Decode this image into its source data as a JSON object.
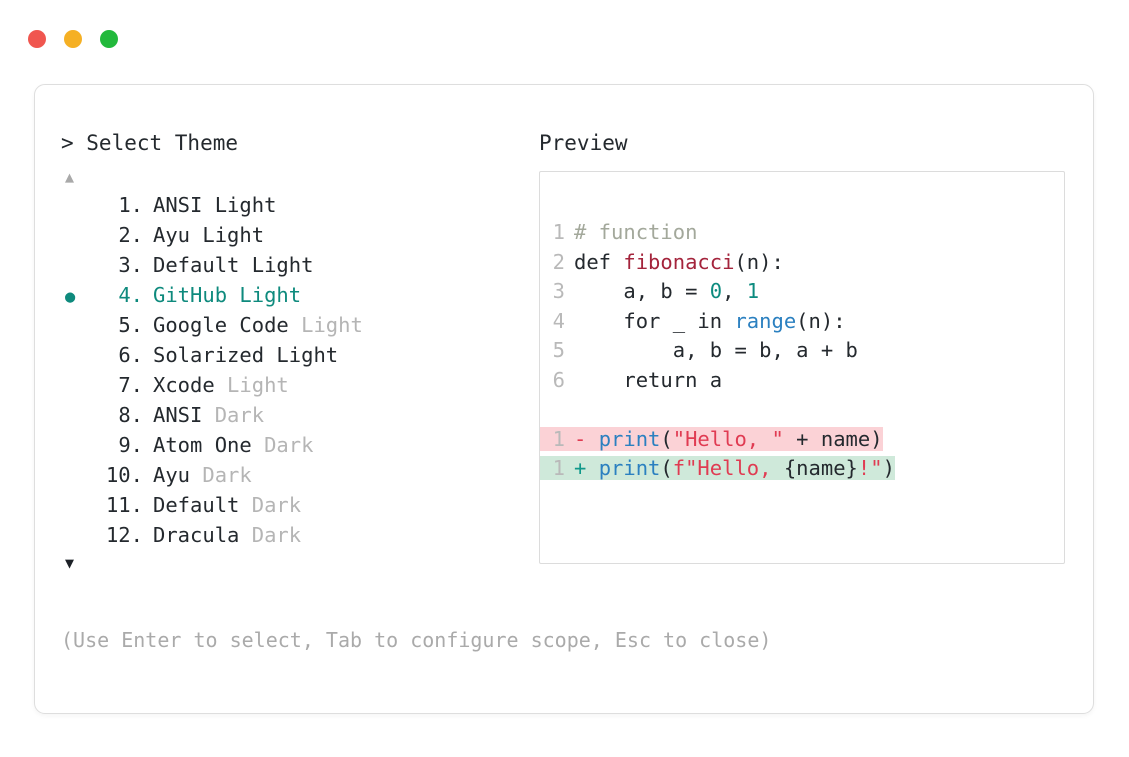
{
  "window": {
    "dots": [
      {
        "name": "close-dot",
        "color": "#f0564f"
      },
      {
        "name": "minimize-dot",
        "color": "#f5b024"
      },
      {
        "name": "maximize-dot",
        "color": "#22b93c"
      }
    ]
  },
  "selector": {
    "prompt": "> Select Theme",
    "scroll_up": "▲",
    "scroll_down": "▼",
    "selected_index": 4,
    "bullet": "●",
    "items": [
      {
        "number": "1.",
        "name": "ANSI Light",
        "variant": "",
        "variant_muted": false,
        "selected": false
      },
      {
        "number": "2.",
        "name": "Ayu Light",
        "variant": "",
        "variant_muted": false,
        "selected": false
      },
      {
        "number": "3.",
        "name": "Default Light",
        "variant": "",
        "variant_muted": false,
        "selected": false
      },
      {
        "number": "4.",
        "name": "GitHub Light",
        "variant": "",
        "variant_muted": false,
        "selected": true
      },
      {
        "number": "5.",
        "name": "Google Code",
        "variant": " Light",
        "variant_muted": true,
        "selected": false
      },
      {
        "number": "6.",
        "name": "Solarized Light",
        "variant": "",
        "variant_muted": false,
        "selected": false
      },
      {
        "number": "7.",
        "name": "Xcode",
        "variant": " Light",
        "variant_muted": true,
        "selected": false
      },
      {
        "number": "8.",
        "name": "ANSI",
        "variant": " Dark",
        "variant_muted": true,
        "selected": false
      },
      {
        "number": "9.",
        "name": "Atom One",
        "variant": " Dark",
        "variant_muted": true,
        "selected": false
      },
      {
        "number": "10.",
        "name": "Ayu",
        "variant": " Dark",
        "variant_muted": true,
        "selected": false
      },
      {
        "number": "11.",
        "name": "Default",
        "variant": " Dark",
        "variant_muted": true,
        "selected": false
      },
      {
        "number": "12.",
        "name": "Dracula",
        "variant": " Dark",
        "variant_muted": true,
        "selected": false
      }
    ]
  },
  "hint": "(Use Enter to select, Tab to configure scope, Esc to close)",
  "preview": {
    "label": "Preview",
    "code_lines": [
      {
        "ln": "1",
        "tokens": [
          {
            "t": "# function",
            "c": "comment"
          }
        ]
      },
      {
        "ln": "2",
        "tokens": [
          {
            "t": "def ",
            "c": "keyword"
          },
          {
            "t": "fibonacci",
            "c": "func"
          },
          {
            "t": "(n):",
            "c": "punct"
          }
        ]
      },
      {
        "ln": "3",
        "tokens": [
          {
            "t": "    a, b = ",
            "c": "plain"
          },
          {
            "t": "0",
            "c": "num"
          },
          {
            "t": ", ",
            "c": "plain"
          },
          {
            "t": "1",
            "c": "num"
          }
        ]
      },
      {
        "ln": "4",
        "tokens": [
          {
            "t": "    for _ in ",
            "c": "plain"
          },
          {
            "t": "range",
            "c": "builtin"
          },
          {
            "t": "(n):",
            "c": "punct"
          }
        ]
      },
      {
        "ln": "5",
        "tokens": [
          {
            "t": "        a, b = b, a + b",
            "c": "plain"
          }
        ]
      },
      {
        "ln": "6",
        "tokens": [
          {
            "t": "    return a",
            "c": "plain"
          }
        ]
      }
    ],
    "diff_lines": [
      {
        "ln": "1",
        "kind": "del",
        "sign": "-",
        "bg": "#fbd2d6",
        "tokens": [
          {
            "t": "print",
            "c": "builtin"
          },
          {
            "t": "(",
            "c": "punct"
          },
          {
            "t": "\"Hello, \"",
            "c": "str"
          },
          {
            "t": " + name)",
            "c": "plain"
          }
        ]
      },
      {
        "ln": "1",
        "kind": "add",
        "sign": "+",
        "bg": "#cfe9da",
        "tokens": [
          {
            "t": "print",
            "c": "builtin"
          },
          {
            "t": "(",
            "c": "punct"
          },
          {
            "t": "f\"Hello, ",
            "c": "str"
          },
          {
            "t": "{name}",
            "c": "plain"
          },
          {
            "t": "!\"",
            "c": "str"
          },
          {
            "t": ")",
            "c": "punct"
          }
        ]
      }
    ]
  },
  "colors": {
    "accent_teal": "#0e8a7d",
    "muted_gray": "#b5b5b5",
    "text": "#24292e",
    "diff_del_bg": "#fbd2d6",
    "diff_add_bg": "#cfe9da",
    "card_border": "#dedede"
  }
}
